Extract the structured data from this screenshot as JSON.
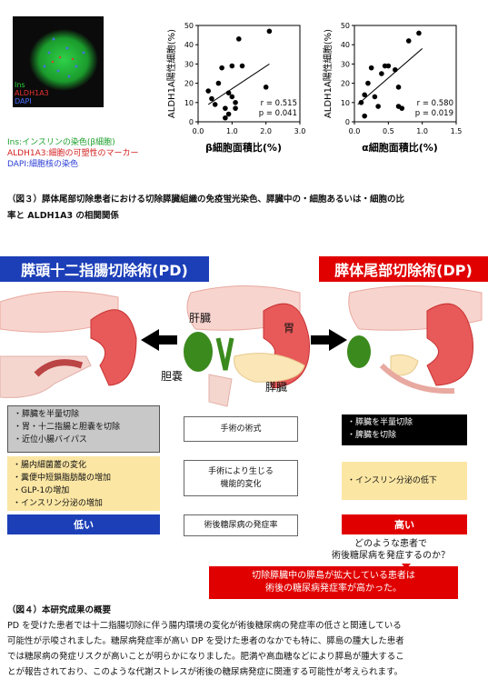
{
  "micrograph": {
    "overlay_labels": [
      "Ins",
      "ALDH1A3",
      "DAPI"
    ],
    "overlay_colors": [
      "#27d63a",
      "#e83030",
      "#4a6cff"
    ]
  },
  "stain_legend": [
    {
      "text": "Ins:インスリンの染色(β細胞)",
      "color": "#1aa02a"
    },
    {
      "text": "ALDH1A3:細胞の可塑性のマーカー",
      "color": "#d42020"
    },
    {
      "text": "DAPI:細胞核の染色",
      "color": "#2a3cd6"
    }
  ],
  "chart_data": [
    {
      "type": "scatter",
      "xlabel": "β細胞面積比(%)",
      "ylabel": "ALDH1A陽性細胞(%)",
      "xlim": [
        0,
        3.0
      ],
      "ylim": [
        0,
        50
      ],
      "xticks": [
        "0.0",
        "1.0",
        "2.0",
        "3.0"
      ],
      "yticks": [
        "0",
        "10",
        "20",
        "30",
        "40",
        "50"
      ],
      "points": [
        {
          "x": 0.3,
          "y": 16
        },
        {
          "x": 0.4,
          "y": 12
        },
        {
          "x": 0.5,
          "y": 9
        },
        {
          "x": 0.6,
          "y": 20
        },
        {
          "x": 0.7,
          "y": 28
        },
        {
          "x": 0.8,
          "y": 2
        },
        {
          "x": 0.8,
          "y": 7
        },
        {
          "x": 0.9,
          "y": 4
        },
        {
          "x": 0.9,
          "y": 15
        },
        {
          "x": 1.0,
          "y": 13
        },
        {
          "x": 1.0,
          "y": 29
        },
        {
          "x": 1.1,
          "y": 10
        },
        {
          "x": 1.1,
          "y": 7
        },
        {
          "x": 1.2,
          "y": 43
        },
        {
          "x": 1.3,
          "y": 29
        },
        {
          "x": 2.0,
          "y": 18
        },
        {
          "x": 2.1,
          "y": 47
        }
      ],
      "trendline": [
        [
          0.3,
          9
        ],
        [
          2.1,
          30
        ]
      ],
      "stats": [
        "r = 0.515",
        "p = 0.041"
      ]
    },
    {
      "type": "scatter",
      "xlabel": "α細胞面積比(%)",
      "ylabel": "ALDH1A陽性細胞(%)",
      "xlim": [
        0,
        1.5
      ],
      "ylim": [
        0,
        50
      ],
      "xticks": [
        "0.0",
        "0.5",
        "1.0",
        "1.5"
      ],
      "yticks": [
        "0",
        "10",
        "20",
        "30",
        "40",
        "50"
      ],
      "points": [
        {
          "x": 0.1,
          "y": 10
        },
        {
          "x": 0.15,
          "y": 3
        },
        {
          "x": 0.15,
          "y": 14
        },
        {
          "x": 0.2,
          "y": 20
        },
        {
          "x": 0.25,
          "y": 28
        },
        {
          "x": 0.3,
          "y": 13
        },
        {
          "x": 0.35,
          "y": 8
        },
        {
          "x": 0.4,
          "y": 25
        },
        {
          "x": 0.45,
          "y": 29
        },
        {
          "x": 0.5,
          "y": 29
        },
        {
          "x": 0.6,
          "y": 27
        },
        {
          "x": 0.65,
          "y": 18
        },
        {
          "x": 0.65,
          "y": 8
        },
        {
          "x": 0.7,
          "y": 7
        },
        {
          "x": 0.8,
          "y": 42
        },
        {
          "x": 0.95,
          "y": 46
        }
      ],
      "trendline": [
        [
          0.05,
          9
        ],
        [
          1.0,
          38
        ]
      ],
      "stats": [
        "r = 0.580",
        "p = 0.019"
      ]
    }
  ],
  "fig3_caption_lines": [
    "（図３）膵体尾部切除患者における切除膵臓組織の免疫蛍光染色、膵臓中の・細胞あるいは・細胞の比",
    "率と ALDH1A3 の相関関係"
  ],
  "pd": {
    "title": "膵頭十二指腸切除術(PD)",
    "procedure": [
      "・膵臓を半量切除",
      "・胃・十二指腸と胆嚢を切除",
      "・近位小腸バイパス"
    ],
    "changes": [
      "・腸内細菌叢の変化",
      "・糞便中短鎖脂肪酸の増加",
      "・GLP-1の増加",
      "・インスリン分泌の増加"
    ],
    "risk": "低い"
  },
  "dp": {
    "title": "膵体尾部切除術(DP)",
    "procedure": [
      "・膵臓を半量切除",
      "・脾臓を切除"
    ],
    "changes": [
      "・インスリン分泌の低下"
    ],
    "risk": "高い"
  },
  "organs": {
    "liver": "肝臓",
    "stomach": "胃",
    "gallbladder": "胆嚢",
    "pancreas": "膵臓"
  },
  "center_labels": {
    "method": "手術の術式",
    "function": [
      "手術により生じる",
      "機能的変化"
    ],
    "incidence": "術後糖尿病の発症率"
  },
  "question": [
    "どのような患者で",
    "術後糖尿病を発症するのか？"
  ],
  "answer": [
    "切除膵臓中の膵島が拡大している患者は",
    "術後の糖尿病発症率が高かった。"
  ],
  "fig4_caption": "（図４）本研究成果の概要",
  "summary_lines": [
    "PD を受けた患者では十二指腸切除に伴う腸内環境の変化が術後糖尿病の発症率の低さと関連している",
    "可能性が示唆されました。糖尿病発症率が高い DP を受けた患者のなかでも特に、膵島の腫大した患者",
    "では糖尿病の発症リスクが高いことが明らかになりました。肥満や高血糖などにより膵島が腫大するこ",
    "とが報告されており、このような代謝ストレスが術後の糖尿病発症に関連する可能性が考えられます。"
  ]
}
